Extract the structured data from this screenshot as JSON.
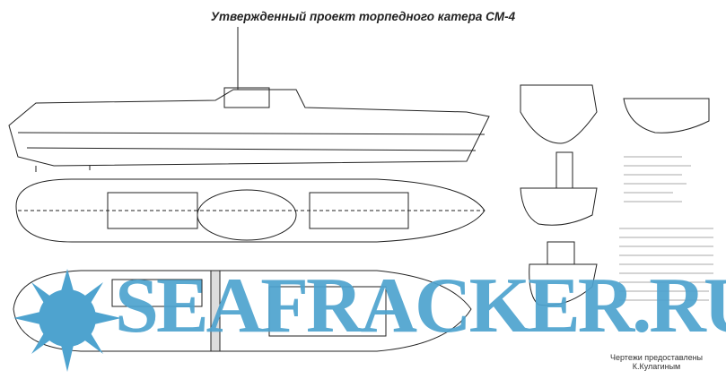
{
  "title": "Утвержденный проект торпедного катера СМ-4",
  "watermark": "SEAFRACKER.RU",
  "credit": {
    "line1": "Чертежи предоставлены",
    "line2": "К.Кулагиным"
  },
  "colors": {
    "watermark": "#4ea3cf",
    "lines": "#222222"
  }
}
